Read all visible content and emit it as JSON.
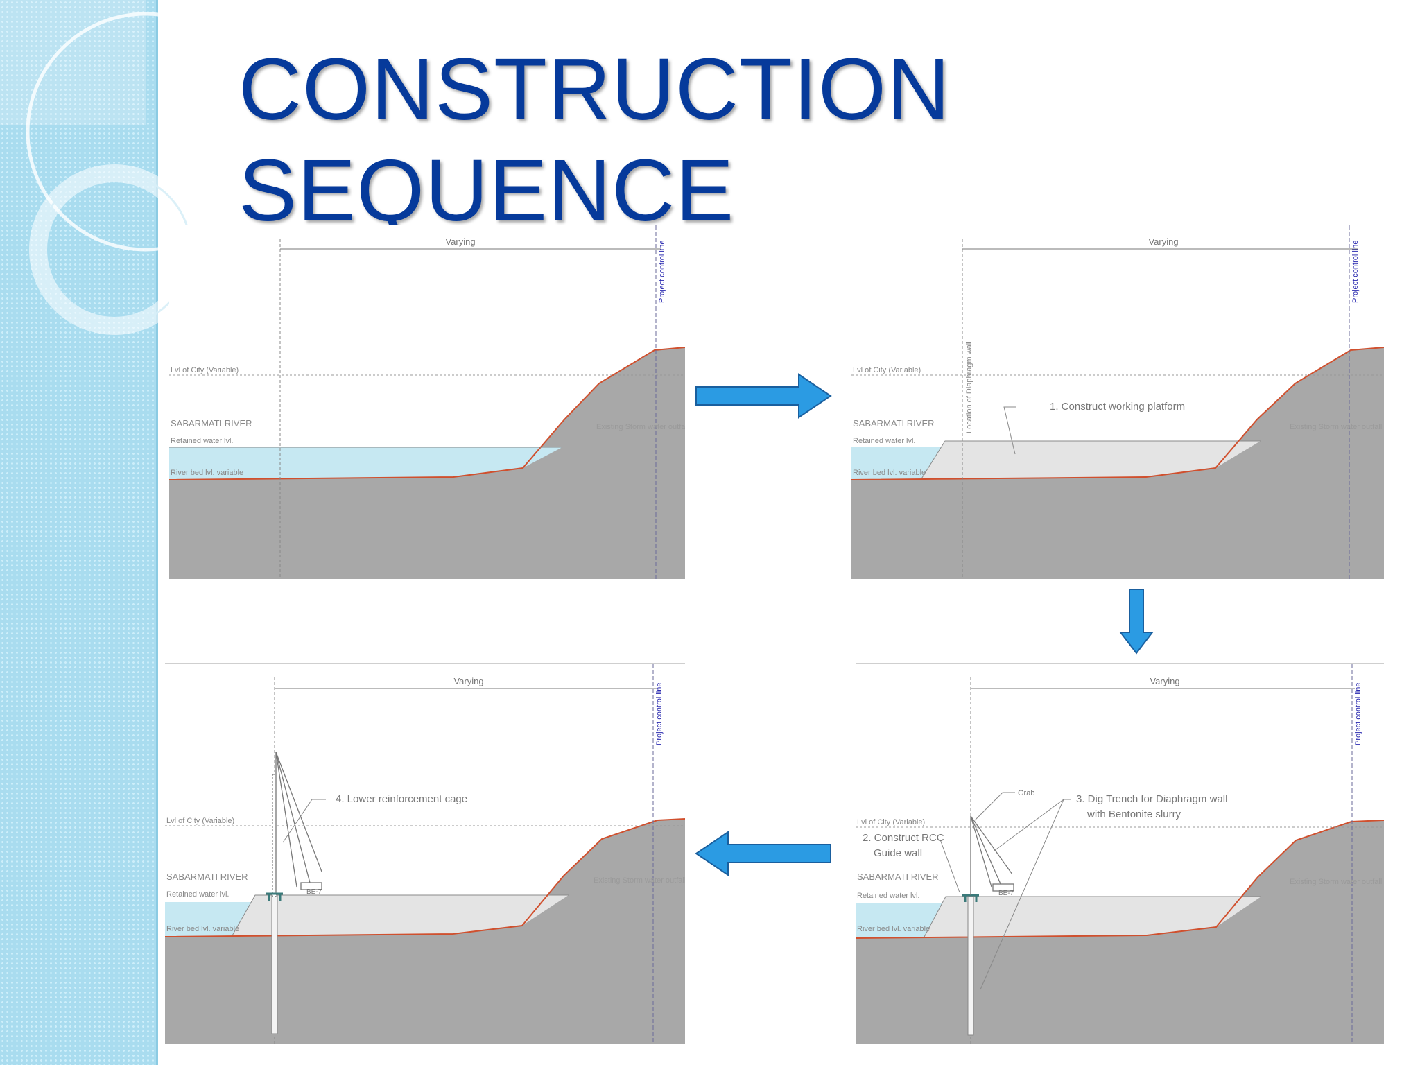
{
  "title": {
    "line1": "CONSTRUCTION",
    "line2": "SEQUENCE"
  },
  "colors": {
    "title": "#063a9b",
    "side_band": "#a9dcef",
    "ground": "#a8a8a8",
    "water": "#c6e8f2",
    "platform": "#e4e4e4",
    "river_bed_line": "#d0502e",
    "arrow": "#2b9be3"
  },
  "labels": {
    "varying": "Varying",
    "project_control_line": "Project control line",
    "city_level": "Lvl of City (Variable)",
    "river": "SABARMATI RIVER",
    "retained_water": "Retained water lvl.",
    "river_bed": "River bed lvl. variable",
    "existing_storm_water": "Existing Storm water outfall",
    "diaphragm_location": "Location of Diaphragm wall",
    "grab": "Grab",
    "crane_tag": "BE-7"
  },
  "steps": {
    "step1": "1. Construct working platform",
    "step2_line1": "2. Construct RCC",
    "step2_line2": "Guide wall",
    "step3_line1": "3. Dig Trench for Diaphragm wall",
    "step3_line2": "with Bentonite slurry",
    "step4": "4. Lower reinforcement cage"
  },
  "flow_arrows": [
    "right-arrow-icon",
    "down-arrow-icon",
    "left-arrow-icon"
  ]
}
